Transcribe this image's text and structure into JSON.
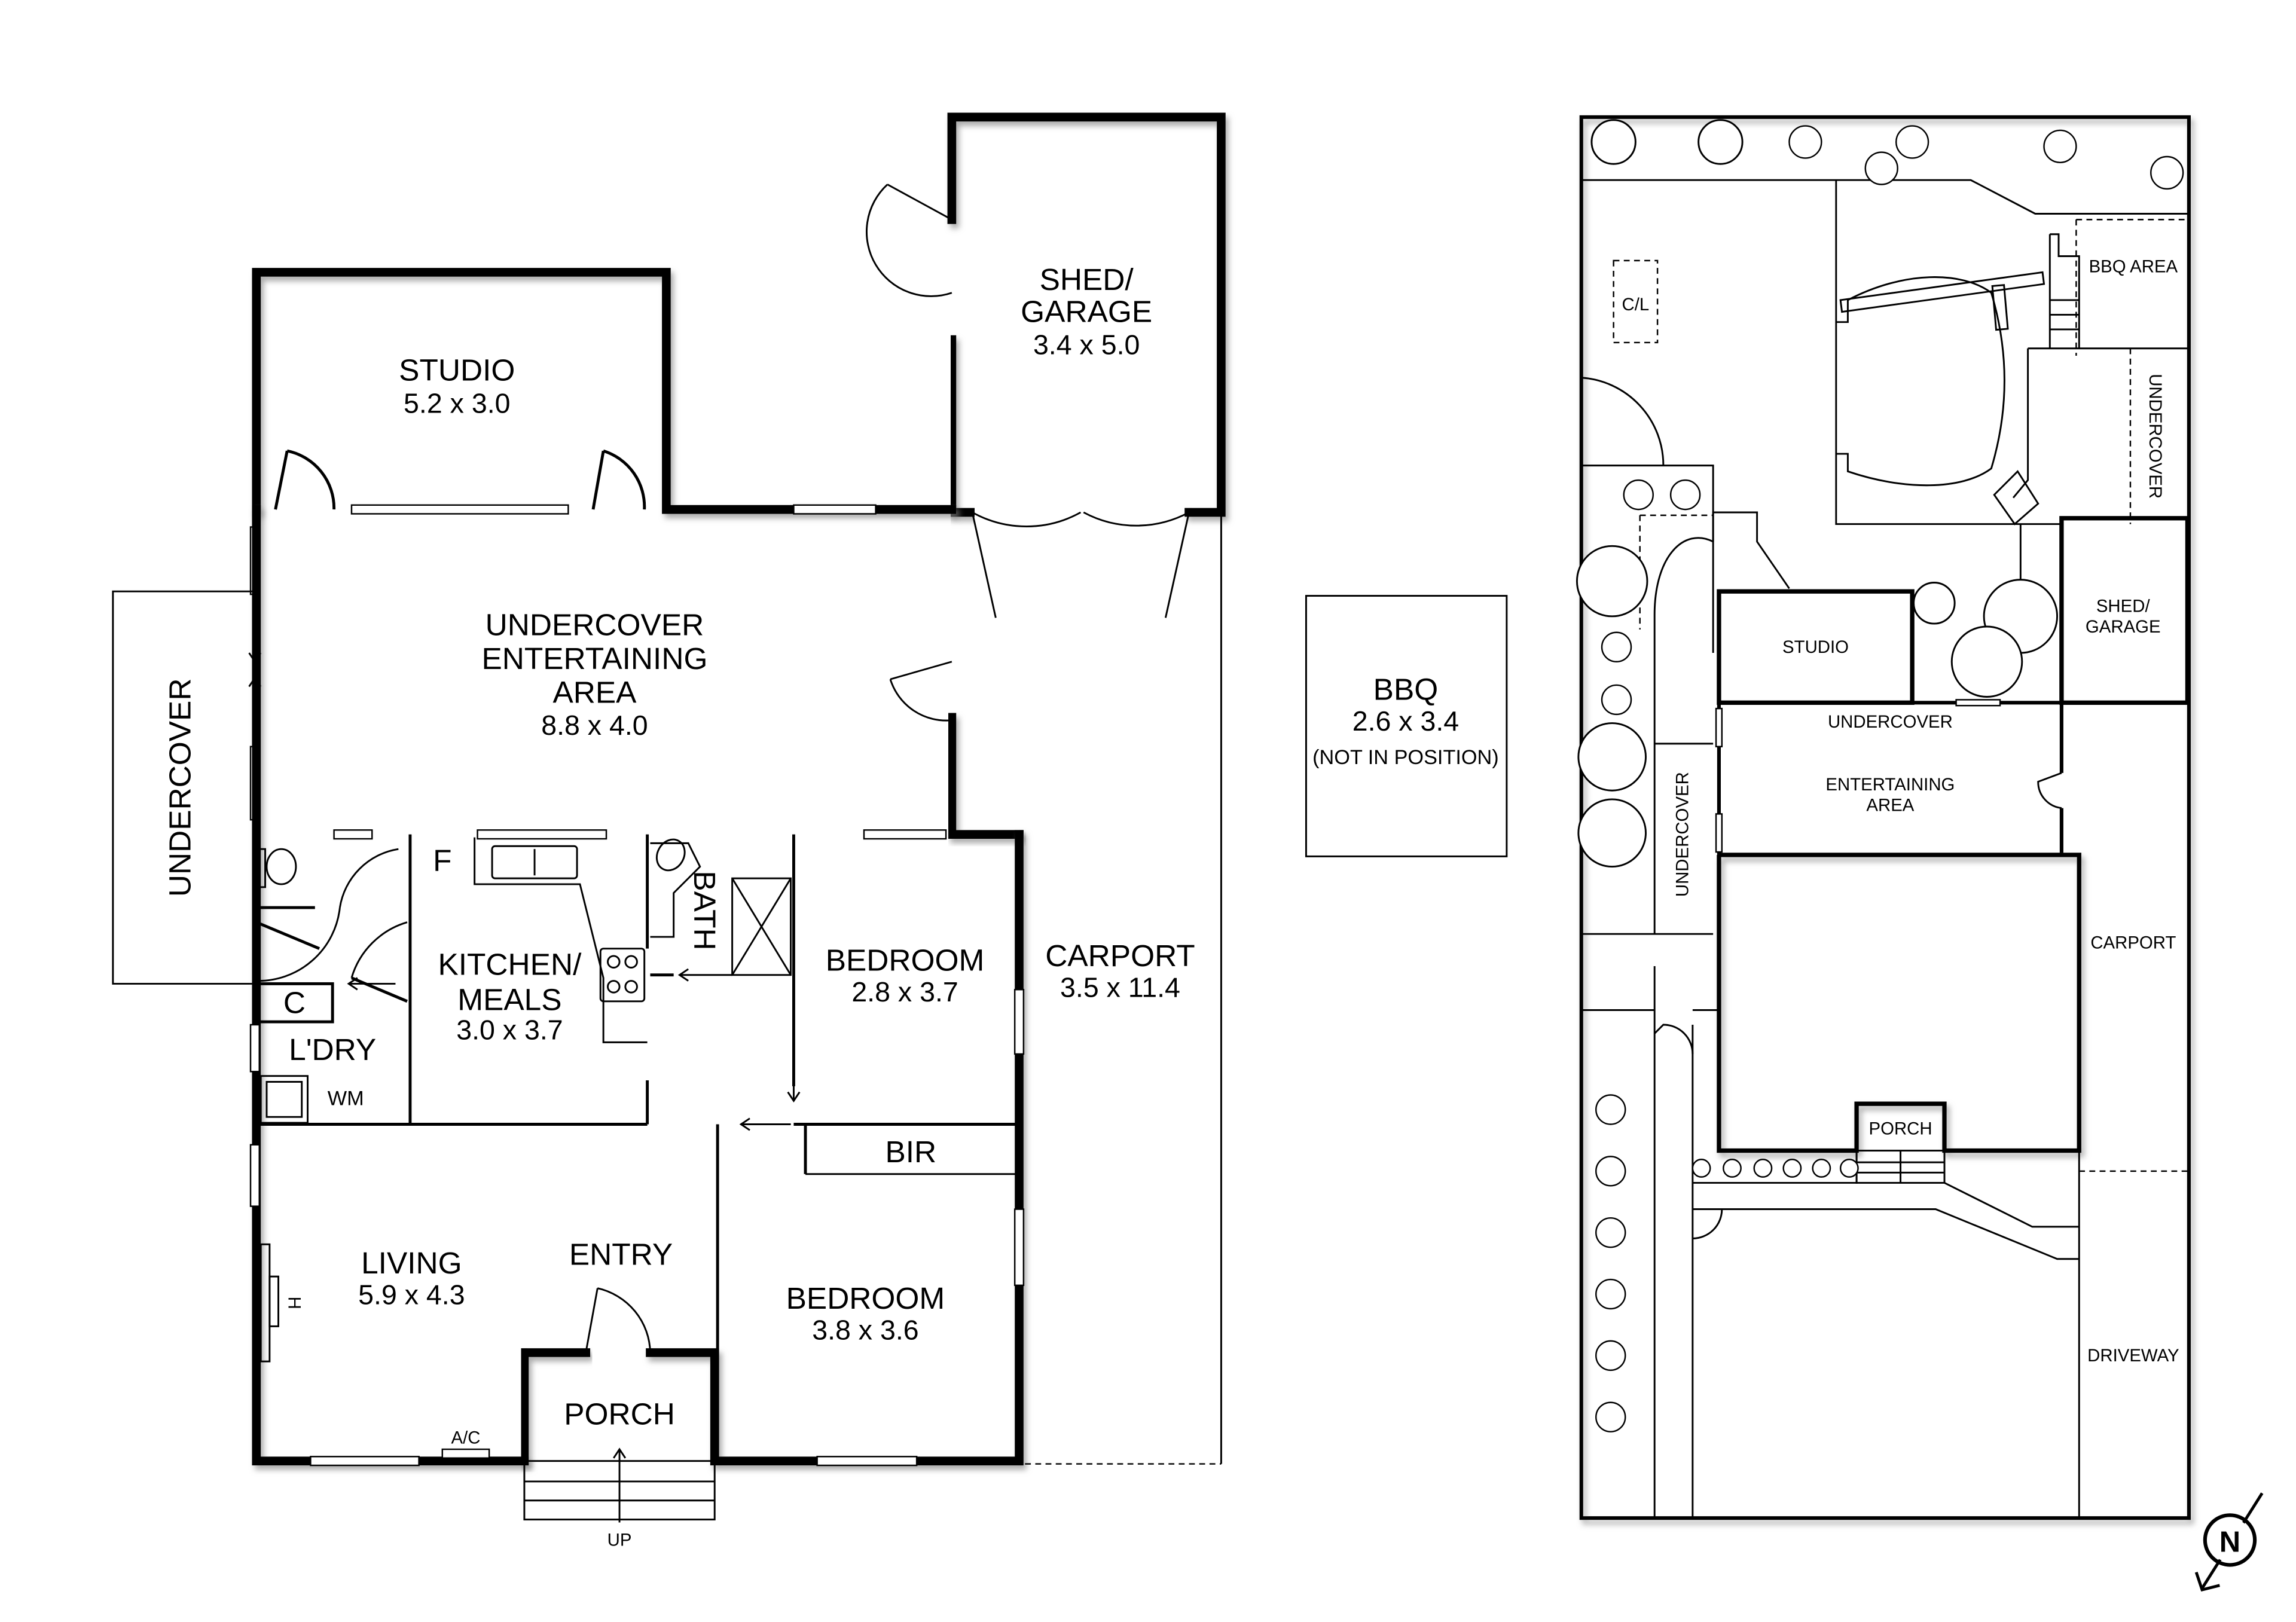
{
  "floor_plan": {
    "rooms": {
      "studio": {
        "name": "STUDIO",
        "dims": "5.2 x 3.0"
      },
      "shed_garage": {
        "name_line1": "SHED/",
        "name_line2": "GARAGE",
        "dims": "3.4 x 5.0"
      },
      "undercover_entertaining": {
        "line1": "UNDERCOVER",
        "line2": "ENTERTAINING",
        "line3": "AREA",
        "dims": "8.8 x 4.0"
      },
      "undercover": {
        "name": "UNDERCOVER"
      },
      "kitchen_meals": {
        "line1": "KITCHEN/",
        "line2": "MEALS",
        "dims": "3.0 x 3.7"
      },
      "bath": {
        "name": "BATH"
      },
      "bedroom_1": {
        "name": "BEDROOM",
        "dims": "2.8 x 3.7"
      },
      "bedroom_2": {
        "name": "BEDROOM",
        "dims": "3.8 x 3.6"
      },
      "carport": {
        "name": "CARPORT",
        "dims": "3.5 x 11.4"
      },
      "laundry": {
        "name": "L'DRY"
      },
      "living": {
        "name": "LIVING",
        "dims": "5.9 x 4.3"
      },
      "entry": {
        "name": "ENTRY"
      },
      "porch": {
        "name": "PORCH"
      },
      "bir": {
        "name": "BIR"
      }
    },
    "fixtures": {
      "fridge": "F",
      "cupboard": "C",
      "washing_machine": "WM",
      "air_conditioner": "A/C",
      "heater": "H",
      "stairs_up": "UP"
    }
  },
  "bbq": {
    "name": "BBQ",
    "dims": "2.6 x 3.4",
    "note": "(NOT IN POSITION)"
  },
  "site_plan": {
    "labels": {
      "clothesline": "C/L",
      "bbq_area": "BBQ AREA",
      "undercover_right": "UNDERCOVER",
      "studio": "STUDIO",
      "shed_line1": "SHED/",
      "shed_line2": "GARAGE",
      "uea_line1": "UNDERCOVER",
      "uea_line2": "ENTERTAINING",
      "uea_line3": "AREA",
      "undercover_left": "UNDERCOVER",
      "carport": "CARPORT",
      "porch": "PORCH",
      "driveway": "DRIVEWAY"
    }
  },
  "compass": {
    "label": "N"
  },
  "colors": {
    "line": "#000000",
    "background": "#ffffff",
    "shadow": "#9a9a9a"
  }
}
